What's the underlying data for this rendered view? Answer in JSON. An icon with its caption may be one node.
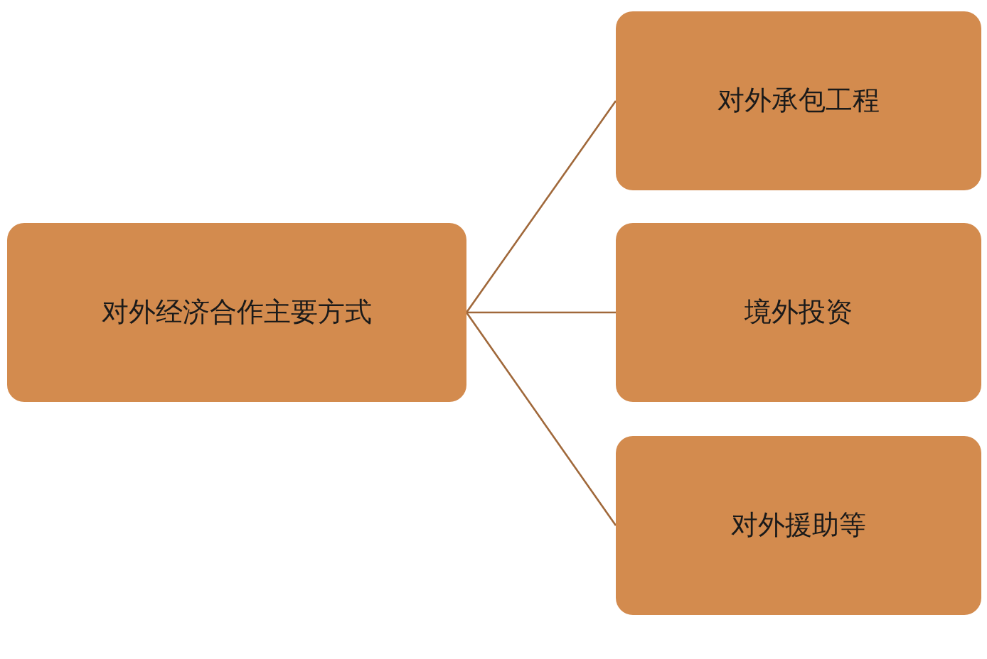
{
  "diagram": {
    "nodes": [
      {
        "text": [
          "对外经济合作主要方式"
        ]
      },
      {
        "text": [
          "对外承包工程"
        ]
      },
      {
        "text": [
          "境外投资"
        ]
      },
      {
        "text": [
          "对外援助等"
        ]
      }
    ],
    "edges": [
      {
        "from": 0,
        "to": 1,
        "arrow": "none"
      },
      {
        "from": 0,
        "to": 2,
        "arrow": "none"
      },
      {
        "from": 0,
        "to": 3,
        "arrow": "none"
      }
    ]
  }
}
